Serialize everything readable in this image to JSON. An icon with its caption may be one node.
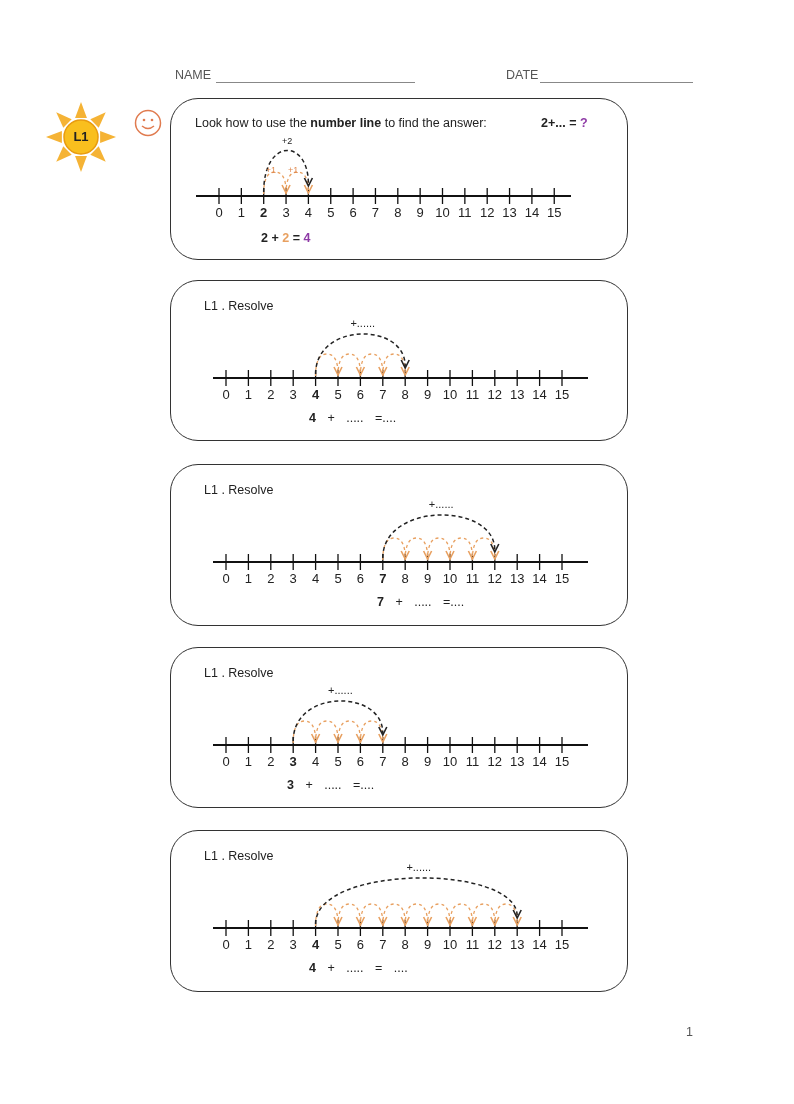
{
  "diagram": {
    "nodes": [
      {
        "text": [
          "L1"
        ]
      },
      {
        "text": [
          "Look how to use the **number line** to find the answer:",
          "2+... = ?",
          "+2",
          "+1",
          "+1",
          "0",
          "1",
          "**2**",
          "3",
          "4",
          "5",
          "6",
          "7",
          "8",
          "9",
          "10",
          "11",
          "12",
          "13",
          "14",
          "15",
          "2 + 2 = 4"
        ]
      },
      {
        "text": [
          "L1 . Resolve",
          "+......",
          "0",
          "1",
          "2",
          "3",
          "**4**",
          "5",
          "6",
          "7",
          "8",
          "9",
          "10",
          "11",
          "12",
          "13",
          "14",
          "15",
          "**4** + ..... =...."
        ]
      },
      {
        "text": [
          "L1 . Resolve",
          "+......",
          "0",
          "1",
          "2",
          "3",
          "4",
          "5",
          "6",
          "**7**",
          "8",
          "9",
          "10",
          "11",
          "12",
          "13",
          "14",
          "15",
          "**7** + ..... =...."
        ]
      },
      {
        "text": [
          "L1 . Resolve",
          "+......",
          "0",
          "1",
          "2",
          "**3**",
          "4",
          "5",
          "6",
          "7",
          "8",
          "9",
          "10",
          "11",
          "12",
          "13",
          "14",
          "15",
          "**3** + ..... =...."
        ]
      },
      {
        "text": [
          "L1 . Resolve",
          "+......",
          "0",
          "1",
          "2",
          "3",
          "**4**",
          "5",
          "6",
          "7",
          "8",
          "9",
          "10",
          "11",
          "12",
          "13",
          "14",
          "15",
          "**4** + ..... = ...."
        ]
      }
    ],
    "labels": [
      "NAME",
      "DATE",
      "1"
    ]
  }
}
